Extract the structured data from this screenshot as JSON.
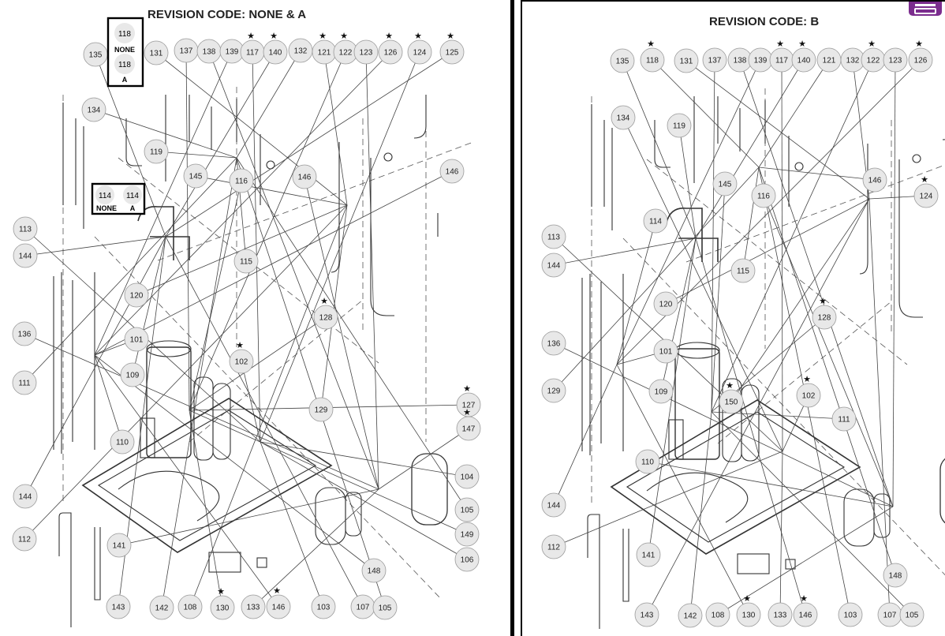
{
  "left_panel": {
    "title": "REVISION CODE: NONE & A",
    "variant_box_top": {
      "top": "118",
      "mid": "NONE",
      "bottom": "118",
      "tail": "A"
    },
    "variant_box_mid": {
      "a": "114",
      "b": "114",
      "la": "NONE",
      "lb": "A"
    },
    "callouts": [
      {
        "n": "135",
        "star": false
      },
      {
        "n": "134",
        "star": false
      },
      {
        "n": "131",
        "star": false
      },
      {
        "n": "137",
        "star": false
      },
      {
        "n": "138",
        "star": false
      },
      {
        "n": "139",
        "star": false
      },
      {
        "n": "117",
        "star": true
      },
      {
        "n": "140",
        "star": true
      },
      {
        "n": "132",
        "star": false
      },
      {
        "n": "121",
        "star": true
      },
      {
        "n": "122",
        "star": true
      },
      {
        "n": "123",
        "star": false
      },
      {
        "n": "126",
        "star": true
      },
      {
        "n": "124",
        "star": true
      },
      {
        "n": "125",
        "star": true
      },
      {
        "n": "119",
        "star": false
      },
      {
        "n": "145",
        "star": false
      },
      {
        "n": "116",
        "star": false
      },
      {
        "n": "146",
        "star": false
      },
      {
        "n": "146",
        "star": false
      },
      {
        "n": "113",
        "star": false
      },
      {
        "n": "144",
        "star": false
      },
      {
        "n": "115",
        "star": false
      },
      {
        "n": "120",
        "star": false
      },
      {
        "n": "128",
        "star": true
      },
      {
        "n": "136",
        "star": false
      },
      {
        "n": "101",
        "star": false
      },
      {
        "n": "102",
        "star": true
      },
      {
        "n": "109",
        "star": false
      },
      {
        "n": "111",
        "star": false
      },
      {
        "n": "129",
        "star": false
      },
      {
        "n": "127",
        "star": true
      },
      {
        "n": "147",
        "star": true
      },
      {
        "n": "110",
        "star": false
      },
      {
        "n": "104",
        "star": false
      },
      {
        "n": "144",
        "star": false
      },
      {
        "n": "105",
        "star": false
      },
      {
        "n": "112",
        "star": false
      },
      {
        "n": "149",
        "star": false
      },
      {
        "n": "141",
        "star": false
      },
      {
        "n": "148",
        "star": false
      },
      {
        "n": "106",
        "star": false
      },
      {
        "n": "143",
        "star": false
      },
      {
        "n": "142",
        "star": false
      },
      {
        "n": "108",
        "star": false
      },
      {
        "n": "130",
        "star": true
      },
      {
        "n": "133",
        "star": false
      },
      {
        "n": "146",
        "star": true
      },
      {
        "n": "103",
        "star": false
      },
      {
        "n": "107",
        "star": false
      },
      {
        "n": "105",
        "star": false
      }
    ]
  },
  "right_panel": {
    "title": "REVISION CODE: B",
    "callouts": [
      {
        "n": "135",
        "star": false
      },
      {
        "n": "118",
        "star": true
      },
      {
        "n": "131",
        "star": false
      },
      {
        "n": "137",
        "star": false
      },
      {
        "n": "138",
        "star": false
      },
      {
        "n": "139",
        "star": false
      },
      {
        "n": "117",
        "star": true
      },
      {
        "n": "140",
        "star": true
      },
      {
        "n": "121",
        "star": false
      },
      {
        "n": "132",
        "star": false
      },
      {
        "n": "122",
        "star": true
      },
      {
        "n": "123",
        "star": false
      },
      {
        "n": "126",
        "star": true
      },
      {
        "n": "134",
        "star": false
      },
      {
        "n": "119",
        "star": false
      },
      {
        "n": "146",
        "star": false
      },
      {
        "n": "124",
        "star": true
      },
      {
        "n": "145",
        "star": false
      },
      {
        "n": "116",
        "star": false
      },
      {
        "n": "114",
        "star": false
      },
      {
        "n": "113",
        "star": false
      },
      {
        "n": "144",
        "star": false
      },
      {
        "n": "115",
        "star": false
      },
      {
        "n": "120",
        "star": false
      },
      {
        "n": "128",
        "star": true
      },
      {
        "n": "136",
        "star": false
      },
      {
        "n": "101",
        "star": false
      },
      {
        "n": "102",
        "star": true
      },
      {
        "n": "109",
        "star": false
      },
      {
        "n": "129",
        "star": false
      },
      {
        "n": "150",
        "star": true
      },
      {
        "n": "111",
        "star": false
      },
      {
        "n": "110",
        "star": false
      },
      {
        "n": "144",
        "star": false
      },
      {
        "n": "112",
        "star": false
      },
      {
        "n": "141",
        "star": false
      },
      {
        "n": "148",
        "star": false
      },
      {
        "n": "143",
        "star": false
      },
      {
        "n": "142",
        "star": false
      },
      {
        "n": "108",
        "star": false
      },
      {
        "n": "130",
        "star": true
      },
      {
        "n": "133",
        "star": false
      },
      {
        "n": "146",
        "star": true
      },
      {
        "n": "103",
        "star": false
      },
      {
        "n": "107",
        "star": false
      },
      {
        "n": "105",
        "star": false
      }
    ]
  },
  "icons": {
    "print": "printer-icon"
  },
  "colors": {
    "accent": "#7b2d8e",
    "line": "#444444",
    "callout_fill": "#e8e8e8"
  }
}
